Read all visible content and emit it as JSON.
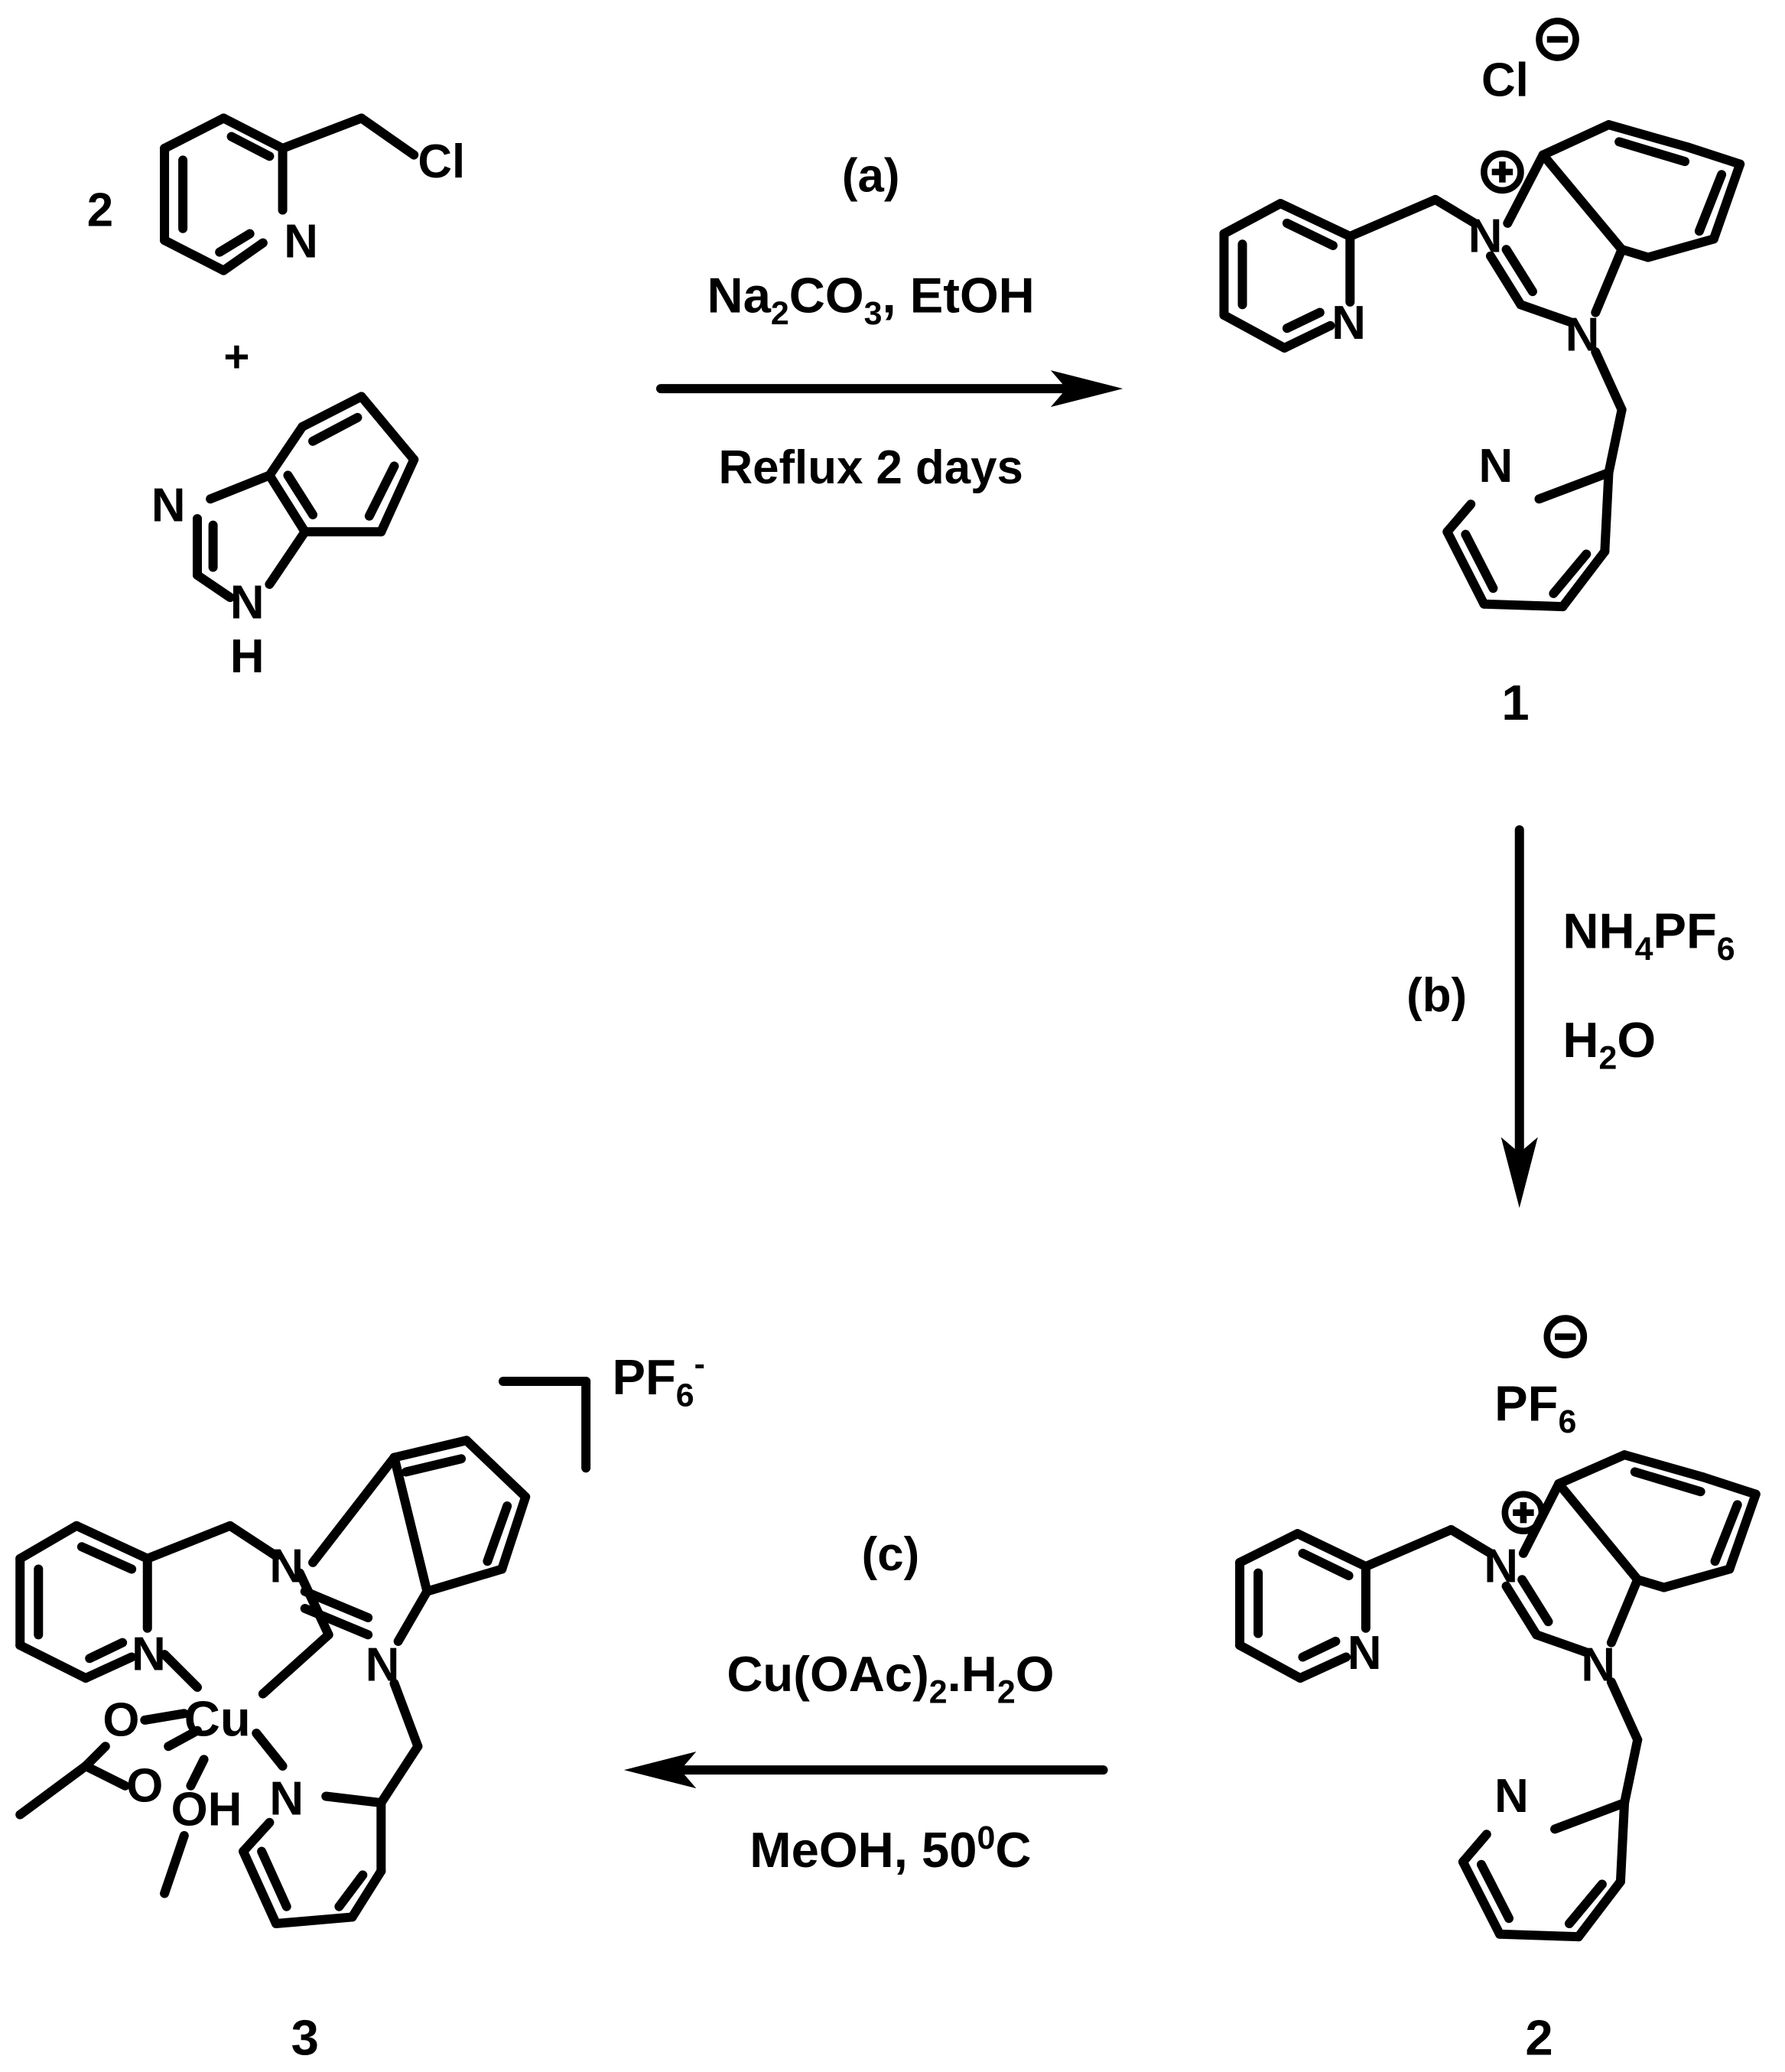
{
  "scheme": {
    "coefficient": "2",
    "plus": "+",
    "reactant_picolyl": {
      "cl": "Cl",
      "n": "N"
    },
    "reactant_benzimidazole": {
      "n": "N",
      "nh_n": "N",
      "nh_h": "H"
    },
    "step_a": {
      "label": "(a)",
      "line1": "Na2CO3, EtOH",
      "line2": "Reflux 2 days"
    },
    "step_b": {
      "label": "(b)",
      "line1": "NH4PF6",
      "line2": "H2O"
    },
    "step_c": {
      "label": "(c)",
      "line1": "Cu(OAc)2.H2O",
      "line2": "MeOH, 50 0C"
    },
    "compound_1": {
      "number": "1",
      "counterion": "Cl",
      "charge": "−",
      "cation_charge": "+",
      "n": "N"
    },
    "compound_2": {
      "number": "2",
      "counterion": "PF6",
      "charge": "−",
      "cation_charge": "+",
      "n": "N"
    },
    "compound_3": {
      "number": "3",
      "counterion": "PF6-",
      "metal": "Cu",
      "o": "O",
      "oh": "OH",
      "n": "N"
    }
  }
}
